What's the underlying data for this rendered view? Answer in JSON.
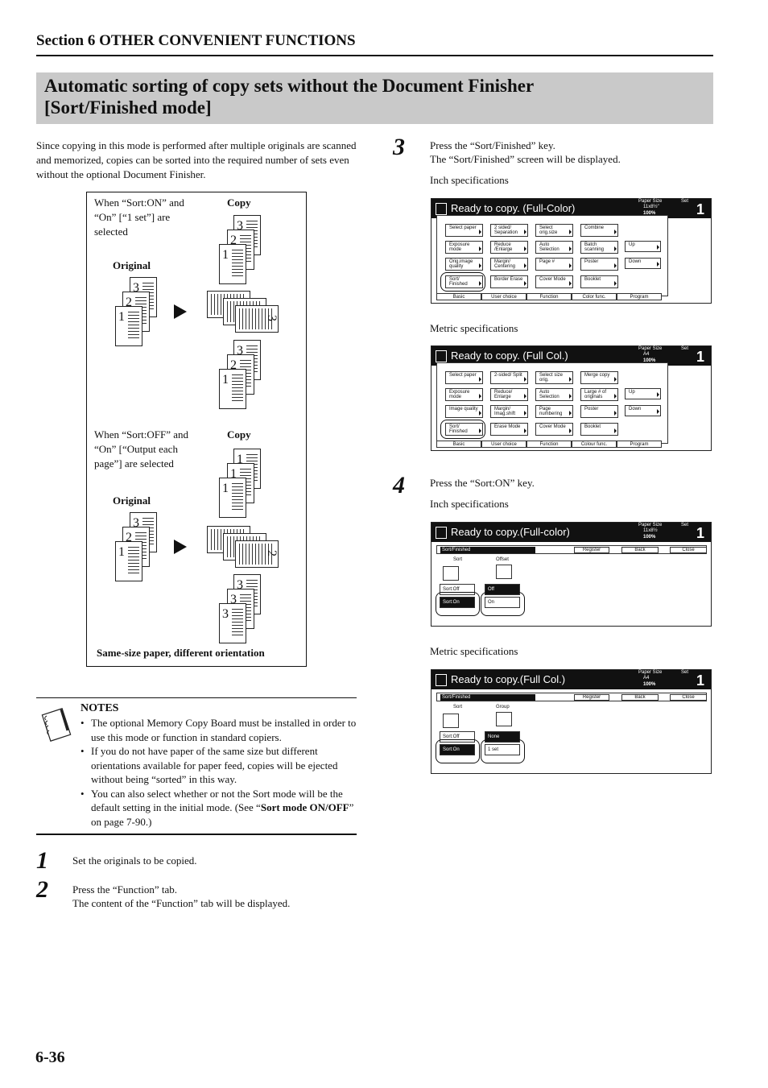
{
  "section_title": "Section 6  OTHER CONVENIENT FUNCTIONS",
  "page_title_l1": "Automatic sorting of copy sets without the Document Finisher",
  "page_title_l2": "[Sort/Finished mode]",
  "intro": "Since copying in this mode is performed after multiple originals are scanned and memorized, copies can be sorted into the required number of sets even without the optional Document Finisher.",
  "diagram": {
    "cap1_l1": "When “Sort:ON” and",
    "cap1_l2": "“On” [“1 set”] are",
    "cap1_l3": "selected",
    "copy1": "Copy",
    "original1": "Original",
    "cap2_l1": "When “Sort:OFF” and",
    "cap2_l2": "“On” [“Output each",
    "cap2_l3": "page”] are selected",
    "copy2": "Copy",
    "original2": "Original",
    "footer": "Same-size paper, different orientation",
    "n1": "1",
    "n2": "2",
    "n3": "3"
  },
  "notes": {
    "title": "NOTES",
    "item1": "The optional Memory Copy Board must be installed in order to use this mode or function in standard copiers.",
    "item2": "If you do not have paper of the same size but different orientations available for paper feed, copies will be ejected without being “sorted” in this way.",
    "item3_a": "You can also select whether or not the Sort mode will be the default setting in the initial mode. (See “",
    "item3_b": "Sort mode ON/OFF",
    "item3_c": "” on page 7-90.)"
  },
  "steps": {
    "s1_num": "1",
    "s1_text": "Set the originals to be copied.",
    "s2_num": "2",
    "s2_l1": "Press the “Function” tab.",
    "s2_l2": "The content of the “Function” tab will be displayed.",
    "s3_num": "3",
    "s3_l1": "Press the “Sort/Finished” key.",
    "s3_l2": "The “Sort/Finished” screen will be displayed.",
    "s3_inch": "Inch specifications",
    "s3_metric": "Metric specifications",
    "s4_num": "4",
    "s4_l1": "Press the “Sort:ON” key.",
    "s4_inch": "Inch specifications",
    "s4_metric": "Metric specifications"
  },
  "screen1": {
    "title": "Ready to copy. (Full-Color)",
    "paper_size": "Paper Size",
    "set": "Set",
    "paper_val": "11x8½\"",
    "pct": "100%",
    "count": "1",
    "b1": "Select paper",
    "b2": "2 sided/ Separation",
    "b3": "Select orig.size",
    "b4": "Combine",
    "b5": "Exposure mode",
    "b6": "Reduce /Enlarge",
    "b7": "Auto Selection",
    "b8": "Batch scanning",
    "b9": "Up",
    "b10": "Orig.image quality",
    "b11": "Margin/ Centering",
    "b12": "Page #",
    "b13": "Poster",
    "b14": "Down",
    "b15": "Sort/ Finished",
    "b16": "Border Erase",
    "b17": "Cover Mode",
    "b18": "Booklet",
    "t1": "Basic",
    "t2": "User choice",
    "t3": "Function",
    "t4": "Color func.",
    "t5": "Program"
  },
  "screen2": {
    "title": "Ready to copy. (Full Col.)",
    "paper_size": "Paper Size",
    "set": "Set",
    "paper_val": "A4",
    "pct": "100%",
    "count": "1",
    "b1": "Select paper",
    "b2": "2-sided/ Split",
    "b3": "Select size orig.",
    "b4": "Merge copy",
    "b5": "Exposure mode",
    "b6": "Reduce/ Enlarge",
    "b7": "Auto Selection",
    "b8": "Large # of originals",
    "b9": "Up",
    "b10": "Image quality",
    "b11": "Margin/ Imag.shift",
    "b12": "Page numbering",
    "b13": "Poster",
    "b14": "Down",
    "b15": "Sort/ Finished",
    "b16": "Erase Mode",
    "b17": "Cover Mode",
    "b18": "Booklet",
    "t1": "Basic",
    "t2": "User choice",
    "t3": "Function",
    "t4": "Colour func.",
    "t5": "Program"
  },
  "screen3": {
    "title": "Ready to copy.(Full-color)",
    "paper_size": "Paper Size",
    "set": "Set",
    "paper_val": "11x8½",
    "pct": "100%",
    "count": "1",
    "bar_label": "Sort/Finished",
    "register": "Register",
    "back": "Back",
    "close": "Close",
    "g1": "Sort",
    "g2": "Offset",
    "o1": "Sort:Off",
    "o2": "Sort:On",
    "o3": "Off",
    "o4": "On"
  },
  "screen4": {
    "title": "Ready to copy.(Full Col.)",
    "paper_size": "Paper Size",
    "set": "Set",
    "paper_val": "A4",
    "pct": "100%",
    "count": "1",
    "bar_label": "Sort/Finished",
    "register": "Register",
    "back": "Back",
    "close": "Close",
    "g1": "Sort",
    "g2": "Group",
    "o1": "Sort:Off",
    "o2": "Sort:On",
    "o3": "None",
    "o4": "1 set"
  },
  "page_number": "6-36"
}
